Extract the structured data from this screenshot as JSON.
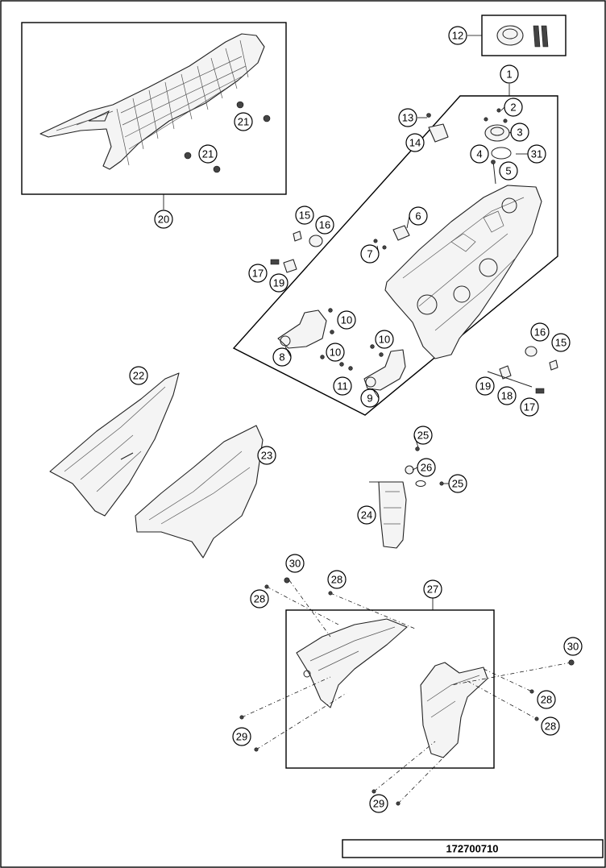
{
  "diagram": {
    "drawing_number": "172700710",
    "callouts": {
      "c1": "1",
      "c2": "2",
      "c3": "3",
      "c4": "4",
      "c5": "5",
      "c6": "6",
      "c7": "7",
      "c8": "8",
      "c9": "9",
      "c10a": "10",
      "c10b": "10",
      "c10c": "10",
      "c11": "11",
      "c12": "12",
      "c13": "13",
      "c14": "14",
      "c15a": "15",
      "c15b": "15",
      "c16a": "16",
      "c16b": "16",
      "c17a": "17",
      "c17b": "17",
      "c18": "18",
      "c19a": "19",
      "c19b": "19",
      "c20": "20",
      "c21a": "21",
      "c21b": "21",
      "c22": "22",
      "c23": "23",
      "c24": "24",
      "c25a": "25",
      "c25b": "25",
      "c26": "26",
      "c27": "27",
      "c28a": "28",
      "c28b": "28",
      "c28c": "28",
      "c28d": "28",
      "c29a": "29",
      "c29b": "29",
      "c30a": "30",
      "c30b": "30",
      "c31": "31"
    }
  }
}
